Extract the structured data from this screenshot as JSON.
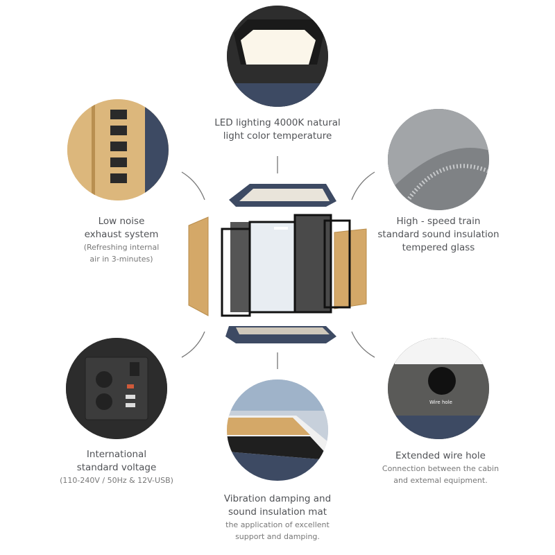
{
  "features": [
    {
      "title": [
        "LED lighting 4000K natural",
        "light color temperature"
      ],
      "sub": []
    },
    {
      "title": [
        "Low noise",
        "exhaust system"
      ],
      "sub": [
        "(Refreshing internal",
        "air in 3-minutes)"
      ]
    },
    {
      "title": [
        "High - speed train",
        "standard sound insulation",
        "tempered glass"
      ],
      "sub": []
    },
    {
      "title": [
        "International",
        "standard voltage"
      ],
      "sub": [
        "(110-240V / 50Hz & 12V-USB)"
      ]
    },
    {
      "title": [
        "Extended wire hole"
      ],
      "sub": [
        "Connection between the cabin",
        "and extemal equipment."
      ]
    },
    {
      "title": [
        "Vibration damping and",
        "sound insulation mat"
      ],
      "sub": [
        "the application of excellent",
        "support and damping."
      ]
    }
  ],
  "wire_hole_label": "Wire hole",
  "colors": {
    "navy": "#3d4a63",
    "wood": "#d4a868",
    "dark": "#2b2b2b",
    "text": "#505256"
  }
}
